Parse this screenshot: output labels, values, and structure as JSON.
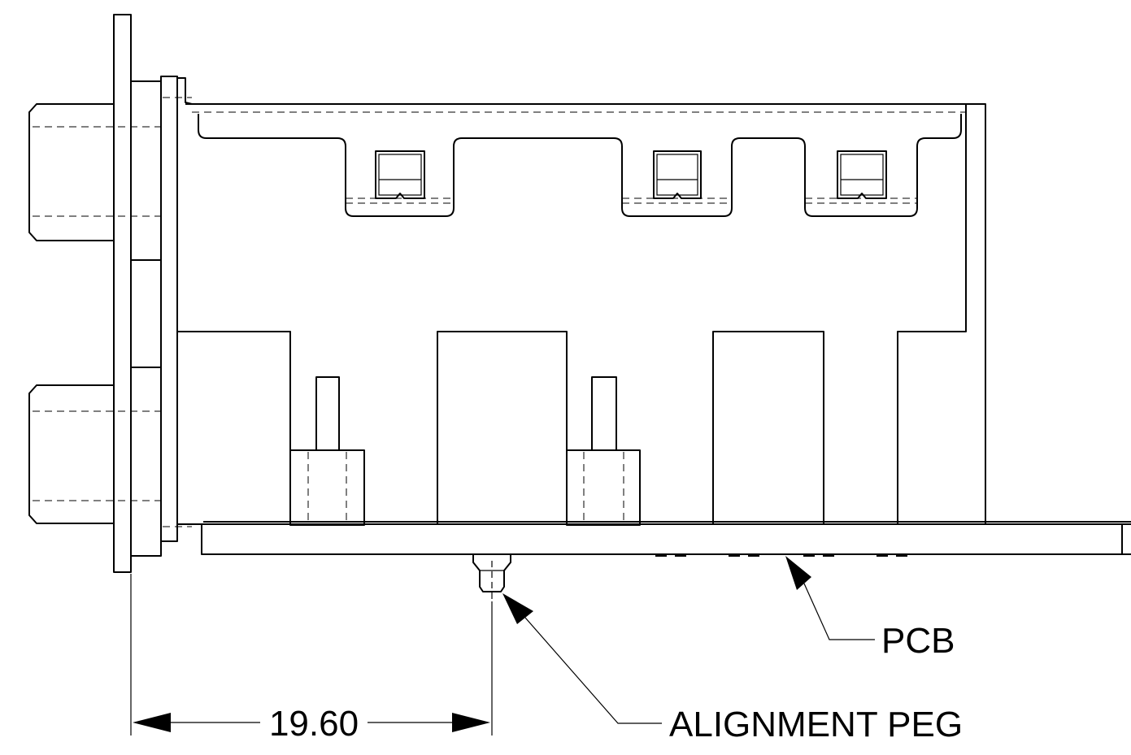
{
  "labels": {
    "pcb": "PCB",
    "alignment_peg": "ALIGNMENT PEG",
    "dimension_value": "19.60"
  }
}
